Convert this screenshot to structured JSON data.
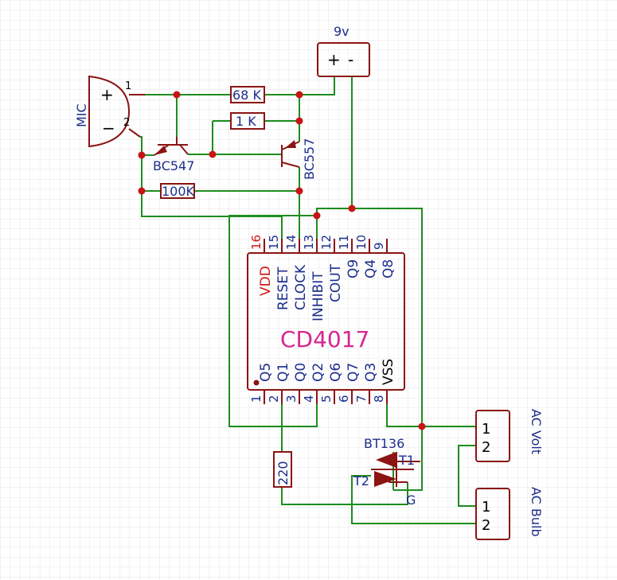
{
  "battery": {
    "label": "9v",
    "plus": "+",
    "minus": "-"
  },
  "mic": {
    "label": "MIC",
    "plus": "+",
    "minus": "−",
    "pin1": "1",
    "pin2": "2"
  },
  "resistors": {
    "r68k": "68 K",
    "r1k": "1 K",
    "r100k": "100K",
    "r220": "220"
  },
  "transistors": {
    "q1": "BC547",
    "q2": "BC557"
  },
  "ic": {
    "name": "CD4017",
    "top_pins": [
      {
        "num": "16",
        "name": "VDD"
      },
      {
        "num": "15",
        "name": "RESET"
      },
      {
        "num": "14",
        "name": "CLOCK"
      },
      {
        "num": "13",
        "name": "INHIBIT"
      },
      {
        "num": "12",
        "name": "COUT"
      },
      {
        "num": "11",
        "name": "Q9"
      },
      {
        "num": "10",
        "name": "Q4"
      },
      {
        "num": "9",
        "name": "Q8"
      }
    ],
    "bottom_pins": [
      {
        "num": "1",
        "name": "Q5"
      },
      {
        "num": "2",
        "name": "Q1"
      },
      {
        "num": "3",
        "name": "Q0"
      },
      {
        "num": "4",
        "name": "Q2"
      },
      {
        "num": "5",
        "name": "Q6"
      },
      {
        "num": "6",
        "name": "Q7"
      },
      {
        "num": "7",
        "name": "Q3"
      },
      {
        "num": "8",
        "name": "VSS"
      }
    ]
  },
  "triac": {
    "name": "BT136",
    "t1": "T1",
    "t2": "T2",
    "g": "G"
  },
  "connectors": {
    "ac_volt": {
      "label": "AC Volt",
      "pin1": "1",
      "pin2": "2"
    },
    "ac_bulb": {
      "label": "AC Bulb",
      "pin1": "1",
      "pin2": "2"
    }
  },
  "colors": {
    "wire": "#1e8c1e",
    "part": "#8b1414",
    "junction": "#c81414",
    "label": "#1c2e8c",
    "chip": "#d6268f",
    "vdd": "#d01818"
  }
}
